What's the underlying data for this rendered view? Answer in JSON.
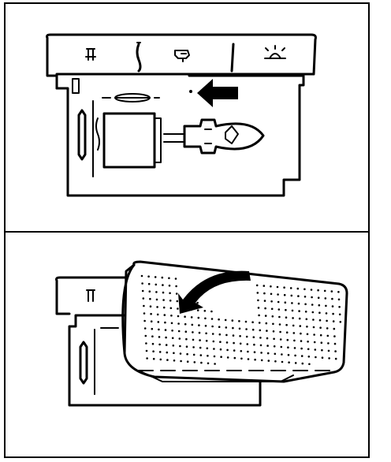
{
  "figure": {
    "panels": [
      {
        "id": "remove-bulb",
        "arrow_direction": "left",
        "icons": [
          "interior-light-icon",
          "switch-divider-icon",
          "door-light-icon",
          "divider-icon",
          "dome-light-icon"
        ]
      },
      {
        "id": "install-lens-cover",
        "arrow_direction": "curved-left"
      }
    ],
    "colors": {
      "ink": "#000000",
      "background": "#ffffff"
    }
  }
}
